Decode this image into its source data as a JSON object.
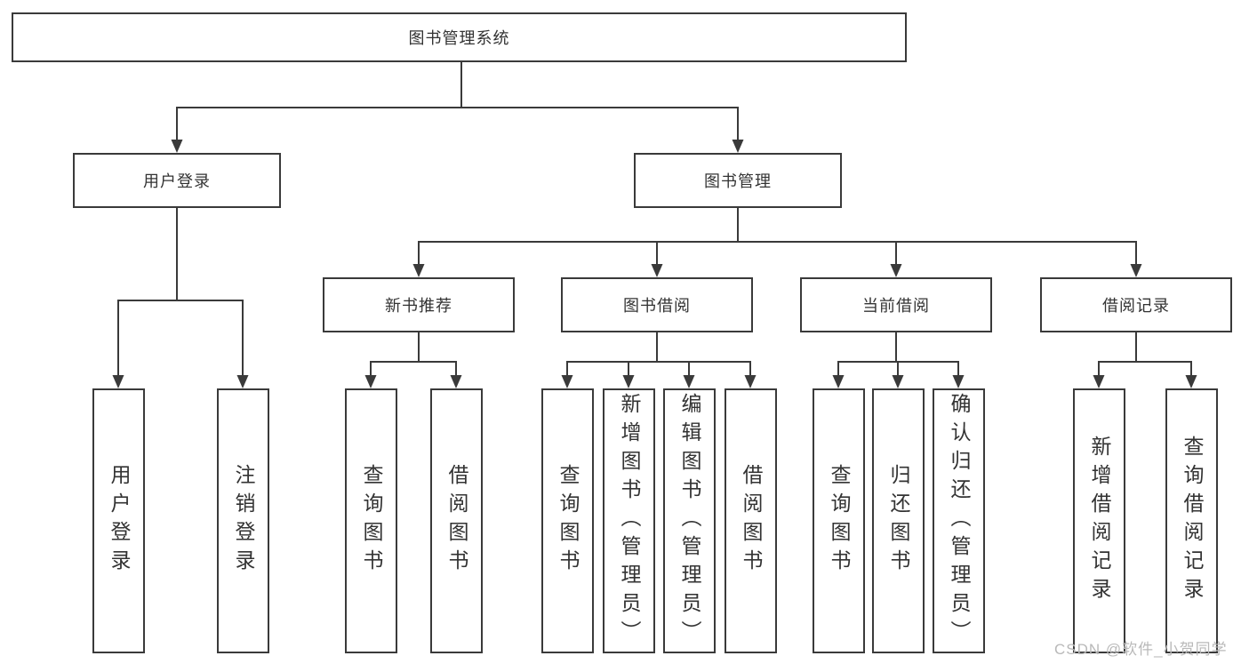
{
  "diagram": {
    "type": "tree",
    "root": {
      "label": "图书管理系统"
    },
    "branches": [
      {
        "label": "用户登录",
        "children": [
          {
            "label": "用户登录"
          },
          {
            "label": "注销登录"
          }
        ]
      },
      {
        "label": "图书管理",
        "children": [
          {
            "label": "新书推荐",
            "children": [
              {
                "label": "查询图书"
              },
              {
                "label": "借阅图书"
              }
            ]
          },
          {
            "label": "图书借阅",
            "children": [
              {
                "label": "查询图书"
              },
              {
                "label": "新增图书（管理员）"
              },
              {
                "label": "编辑图书（管理员）"
              },
              {
                "label": "借阅图书"
              }
            ]
          },
          {
            "label": "当前借阅",
            "children": [
              {
                "label": "查询图书"
              },
              {
                "label": "归还图书"
              },
              {
                "label": "确认归还（管理员）"
              }
            ]
          },
          {
            "label": "借阅记录",
            "children": [
              {
                "label": "新增借阅记录"
              },
              {
                "label": "查询借阅记录"
              }
            ]
          }
        ]
      }
    ]
  },
  "watermark": "CSDN @软件_小贺同学",
  "colors": {
    "line": "#3a3a3a",
    "text": "#333333",
    "background": "#ffffff",
    "watermark": "#b9b9b9"
  }
}
